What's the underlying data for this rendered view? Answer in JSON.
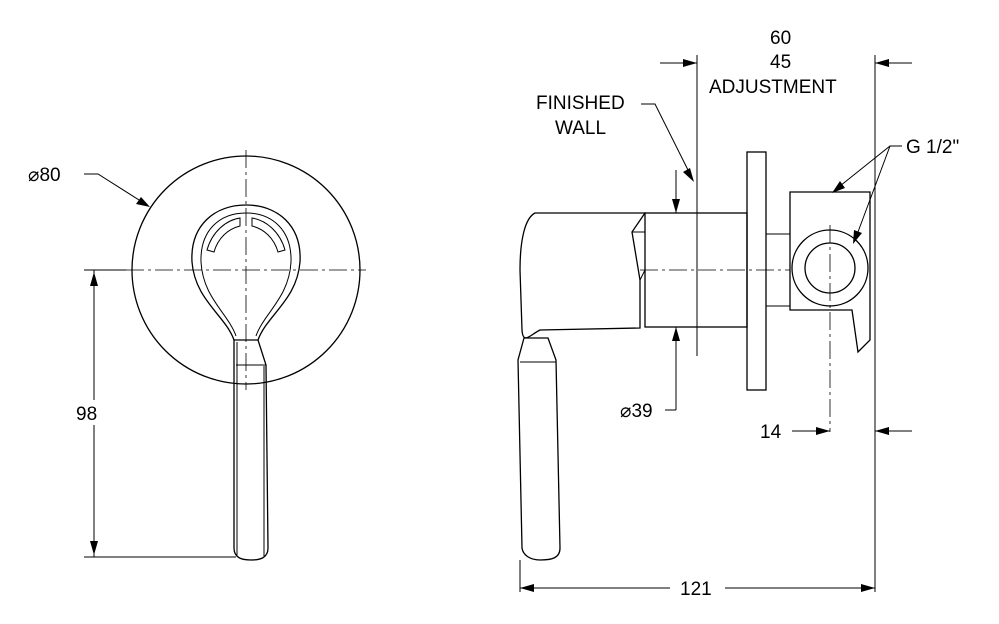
{
  "labels": {
    "diameter_plate": "⌀80",
    "height_98": "98",
    "dim_60": "60",
    "dim_45": "45",
    "adjustment": "ADJUSTMENT",
    "finished": "FINISHED",
    "wall": "WALL",
    "thread": "G 1/2\"",
    "diameter_body": "⌀39",
    "dim_14": "14",
    "dim_121": "121"
  }
}
